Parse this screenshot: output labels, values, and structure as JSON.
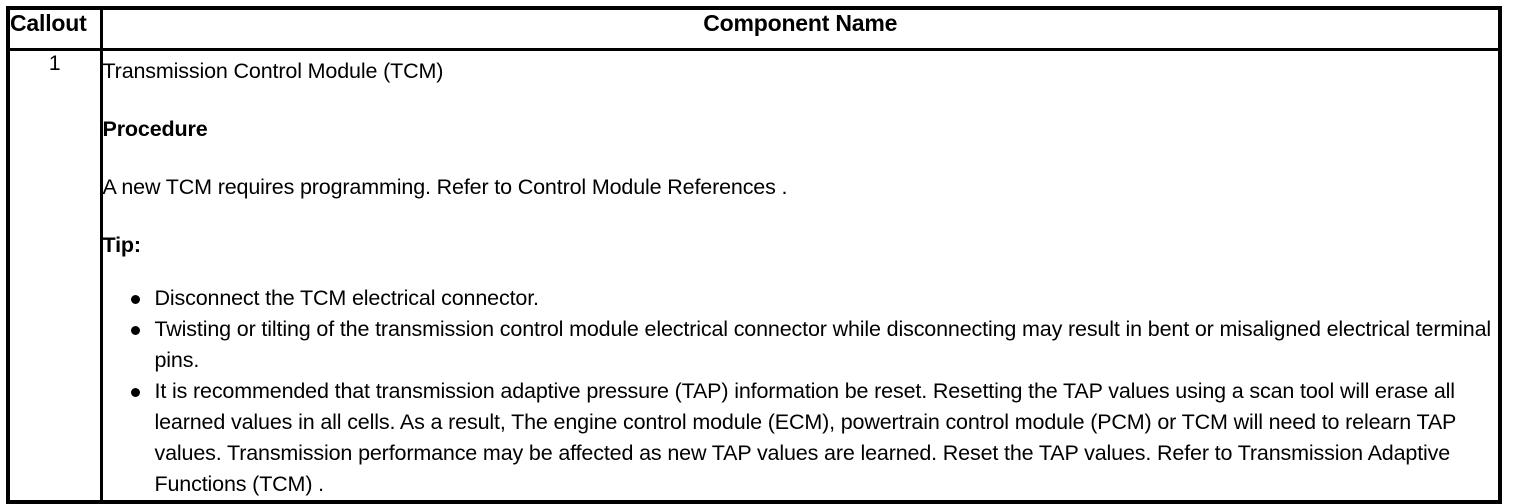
{
  "table": {
    "headers": {
      "callout": "Callout",
      "component_name": "Component Name"
    },
    "rows": [
      {
        "callout": "1",
        "title": "Transmission Control Module (TCM)",
        "procedure_heading": "Procedure",
        "procedure_text": "A new TCM requires programming. Refer to Control Module References .",
        "tip_heading": "Tip:",
        "tip_items": [
          "Disconnect the TCM electrical connector.",
          "Twisting or tilting of the transmission control module electrical connector while disconnecting may result in bent or misaligned electrical terminal pins.",
          "It is recommended that transmission adaptive pressure (TAP) information be reset. Resetting the TAP values using a scan tool will erase all learned values in all cells. As a result, The engine control module (ECM), powertrain control module (PCM) or TCM will need to relearn TAP values. Transmission performance may be affected as new TAP values are learned. Reset the TAP values. Refer to Transmission Adaptive Functions (TCM) ."
        ]
      }
    ]
  },
  "colors": {
    "border": "#000000",
    "text": "#000000",
    "background": "#ffffff"
  }
}
